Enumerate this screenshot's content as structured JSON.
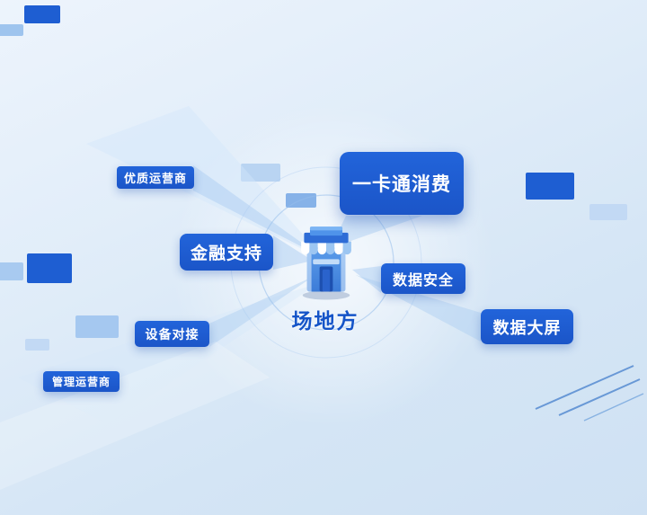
{
  "center": {
    "label": "场地方",
    "icon": "store-icon"
  },
  "nodes": [
    {
      "id": "premium-operators",
      "label": "优质运营商"
    },
    {
      "id": "one-card-payment",
      "label": "一卡通消费"
    },
    {
      "id": "financial-support",
      "label": "金融支持"
    },
    {
      "id": "data-security",
      "label": "数据安全"
    },
    {
      "id": "data-dashboard",
      "label": "数据大屏"
    },
    {
      "id": "device-integration",
      "label": "设备对接"
    },
    {
      "id": "managed-operators",
      "label": "管理运营商"
    }
  ],
  "colors": {
    "node_background": "#1e5ad0",
    "node_text": "#ffffff",
    "center_label": "#1454c8",
    "background": "#dceafa",
    "beam": "#aecdf0",
    "deco_dark": "#1e5ed2",
    "deco_light": "#b9d4f2"
  }
}
